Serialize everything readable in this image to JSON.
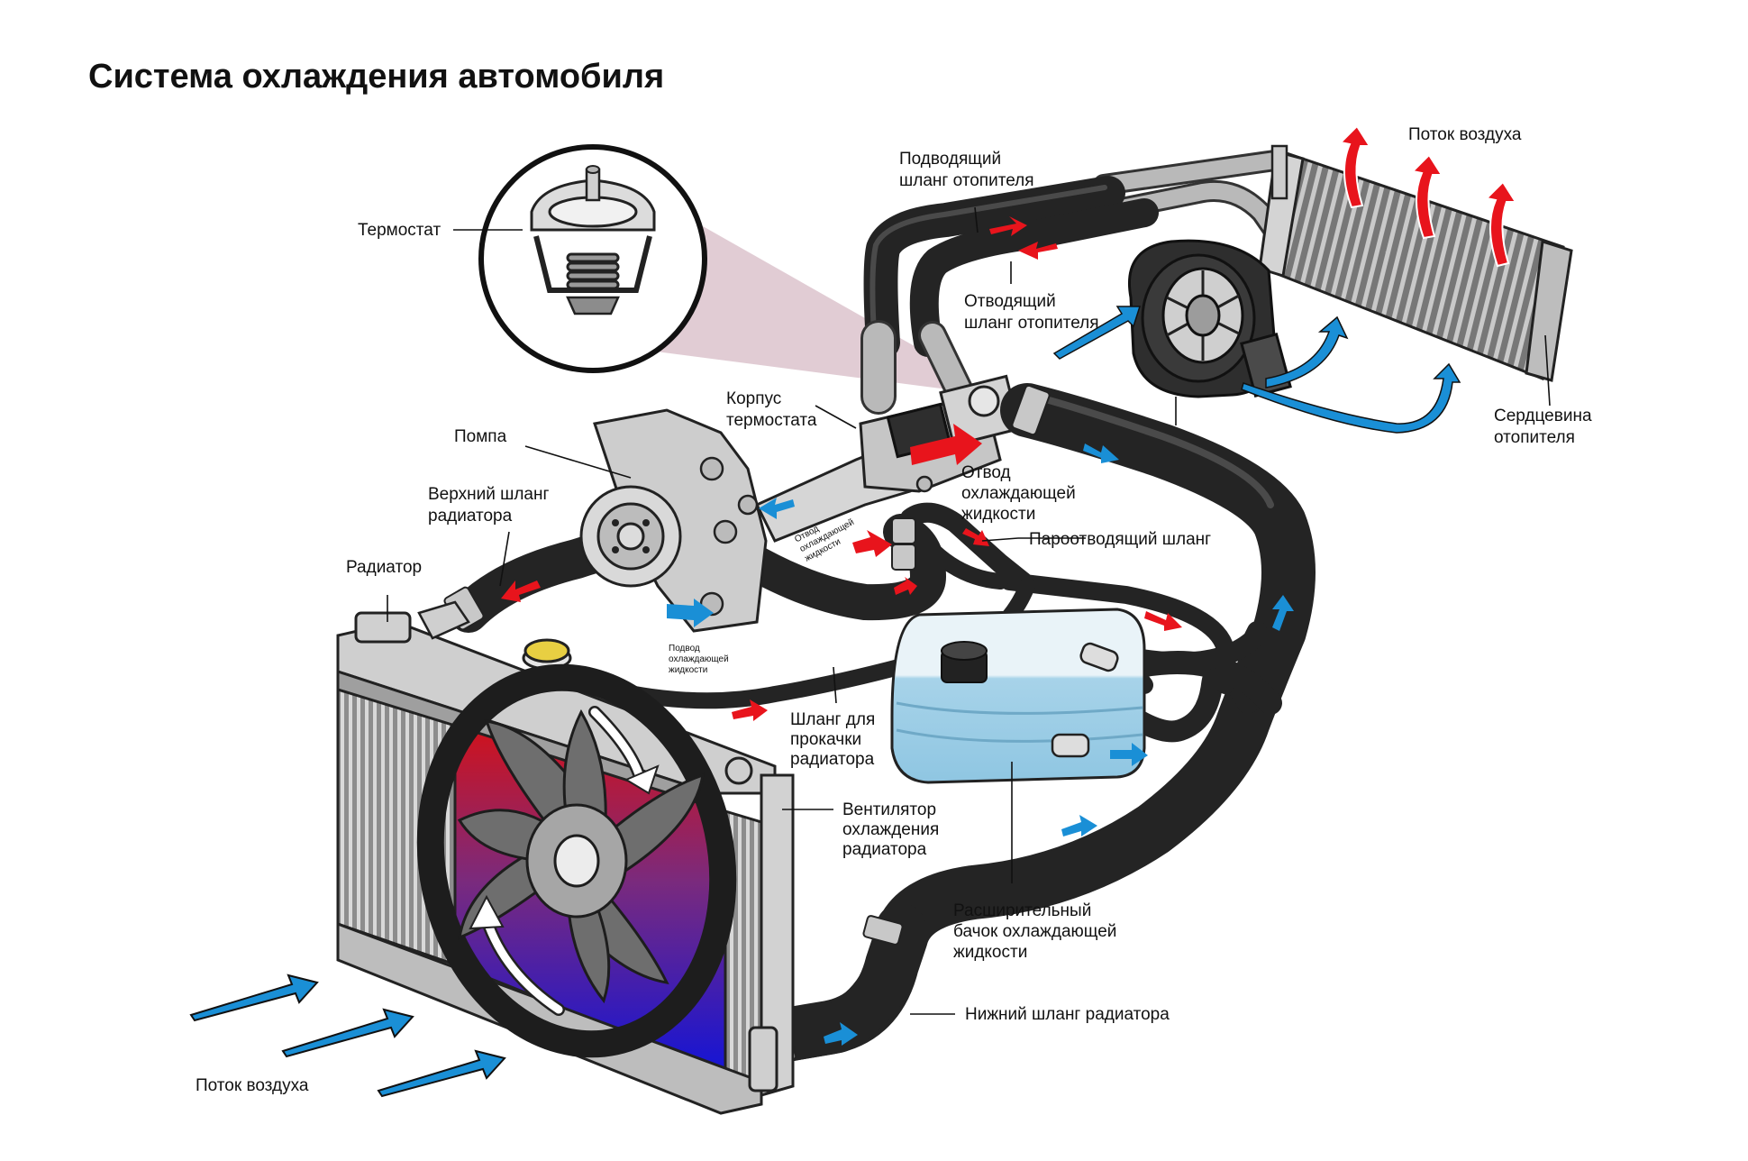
{
  "title": "Система охлаждения автомобиля",
  "labels": {
    "thermostat": "Термостат",
    "inlet_hose": [
      "Подводящий",
      "шланг отопителя"
    ],
    "outlet_hose": [
      "Отводящий",
      "шланг отопителя"
    ],
    "airflow_top": "Поток воздуха",
    "heater_core": [
      "Сердцевина",
      "отопителя"
    ],
    "thermostat_housing": [
      "Корпус",
      "термостата"
    ],
    "pump": "Помпа",
    "coolant_outlet": [
      "Отвод",
      "охлаждающей",
      "жидкости"
    ],
    "upper_hose": [
      "Верхний шланг",
      "радиатора"
    ],
    "steam_hose": "Пароотводящий шланг",
    "radiator": "Радиатор",
    "bleed_hose": [
      "Шланг для",
      "прокачки",
      "радиатора"
    ],
    "fan": [
      "Вентилятор",
      "охлаждения",
      "радиатора"
    ],
    "expansion_tank": [
      "Расширительный",
      "бачок охлаждающей",
      "жидкости"
    ],
    "lower_hose": "Нижний шланг радиатора",
    "airflow_bottom": "Поток воздуха",
    "small_outlet": [
      "Отвод",
      "охлаждающей",
      "жидкости"
    ],
    "small_inlet": [
      "Подвод",
      "охлаждающей",
      "жидкости"
    ]
  },
  "colors": {
    "hot_flow": "#e8141c",
    "cold_flow": "#1a8fd6",
    "hose": "#242424",
    "coolant_tank": "#a9d4ea",
    "magnifier_beam": "#dcc3cc"
  }
}
